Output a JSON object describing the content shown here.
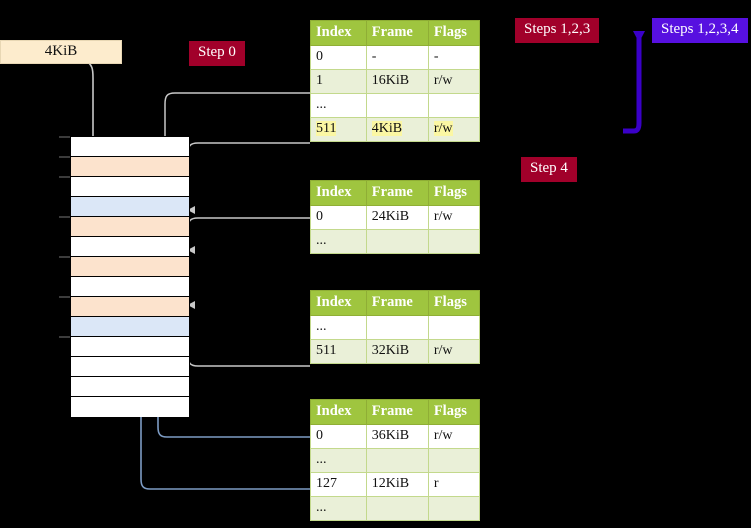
{
  "labels": {
    "step0": "Step 0",
    "step4": "Step 4",
    "steps123": "Steps 1,2,3",
    "steps1234": "Steps 1,2,3,4",
    "caption_4kib": "4KiB"
  },
  "colors": {
    "label_red": "#a1002a",
    "label_blue": "#5710e0",
    "table_header_green": "#9fc53f",
    "table_alt_row": "#eaf0d8",
    "highlight_yellow": "#fbf7a3",
    "memory_orange": "#fce3cd",
    "memory_blue": "#dbe7f7",
    "caption_bg": "#fdeccd",
    "wire_gray": "#c8c8c8",
    "wire_blue": "#7d9cc4",
    "bracket_purple": "#3a00c8"
  },
  "columns": [
    "Index",
    "Frame",
    "Flags"
  ],
  "tables": [
    {
      "name": "pml4-table",
      "rows": [
        {
          "index": "0",
          "frame": "-",
          "flags": "-",
          "alt": false,
          "hl": false
        },
        {
          "index": "1",
          "frame": "16KiB",
          "flags": "r/w",
          "alt": true,
          "hl": false
        },
        {
          "index": "...",
          "frame": "",
          "flags": "",
          "alt": false,
          "hl": false
        },
        {
          "index": "511",
          "frame": "4KiB",
          "flags": "r/w",
          "alt": true,
          "hl": true
        }
      ]
    },
    {
      "name": "pdpt-table",
      "rows": [
        {
          "index": "0",
          "frame": "24KiB",
          "flags": "r/w",
          "alt": false,
          "hl": false
        },
        {
          "index": "...",
          "frame": "",
          "flags": "",
          "alt": true,
          "hl": false
        }
      ]
    },
    {
      "name": "pd-table",
      "rows": [
        {
          "index": "...",
          "frame": "",
          "flags": "",
          "alt": false,
          "hl": false
        },
        {
          "index": "511",
          "frame": "32KiB",
          "flags": "r/w",
          "alt": true,
          "hl": false
        }
      ]
    },
    {
      "name": "pt-table",
      "rows": [
        {
          "index": "0",
          "frame": "36KiB",
          "flags": "r/w",
          "alt": false,
          "hl": false
        },
        {
          "index": "...",
          "frame": "",
          "flags": "",
          "alt": true,
          "hl": false
        },
        {
          "index": "127",
          "frame": "12KiB",
          "flags": "r",
          "alt": false,
          "hl": false
        },
        {
          "index": "...",
          "frame": "",
          "flags": "",
          "alt": true,
          "hl": false
        }
      ]
    }
  ],
  "memory": {
    "name": "physical-memory-column",
    "rows": [
      {
        "fill": "white",
        "tick": true
      },
      {
        "fill": "orange",
        "tick": true
      },
      {
        "fill": "white",
        "tick": true
      },
      {
        "fill": "blue",
        "tick": false
      },
      {
        "fill": "orange",
        "tick": true
      },
      {
        "fill": "white",
        "tick": false
      },
      {
        "fill": "orange",
        "tick": true
      },
      {
        "fill": "white",
        "tick": false
      },
      {
        "fill": "orange",
        "tick": true
      },
      {
        "fill": "blue",
        "tick": false
      },
      {
        "fill": "white",
        "tick": false
      },
      {
        "fill": "white",
        "tick": false
      },
      {
        "fill": "white",
        "tick": false
      },
      {
        "fill": "white",
        "tick": false
      }
    ]
  }
}
